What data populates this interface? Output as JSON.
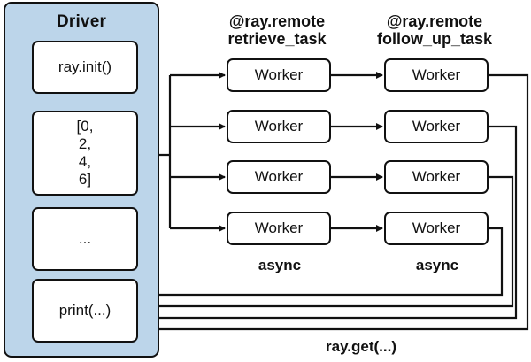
{
  "driver": {
    "title": "Driver",
    "init_label": "ray.init()",
    "list_items": [
      "[0,",
      "2,",
      "4,",
      "6]"
    ],
    "ellipsis_label": "...",
    "print_label": "print(...)"
  },
  "columns": [
    {
      "decorator": "@ray.remote",
      "function": "retrieve_task",
      "footer": "async",
      "workers": [
        "Worker",
        "Worker",
        "Worker",
        "Worker"
      ]
    },
    {
      "decorator": "@ray.remote",
      "function": "follow_up_task",
      "footer": "async",
      "workers": [
        "Worker",
        "Worker",
        "Worker",
        "Worker"
      ]
    }
  ],
  "get_label": "ray.get(...)"
}
